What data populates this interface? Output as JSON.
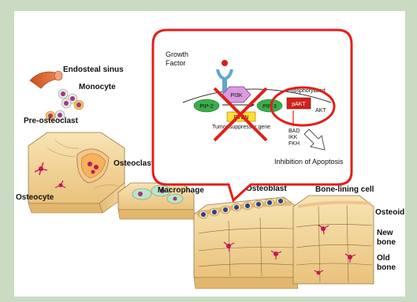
{
  "labels": {
    "endosteal_sinus": "Endosteal sinus",
    "monocyte": "Monocyte",
    "pre_osteoclast": "Pre-osteoclast",
    "osteoclast": "Osteoclast",
    "osteocyte": "Osteocyte",
    "macrophage": "Macrophage",
    "osteoblast": "Osteoblast",
    "bone_lining_cell": "Bone-lining cell",
    "osteoid": "Osteoid",
    "new_bone_1": "New",
    "new_bone_2": "bone",
    "old_bone_1": "Old",
    "old_bone_2": "bone"
  },
  "callout": {
    "growth_factor_1": "Growth",
    "growth_factor_2": "Factor",
    "pi3k": "PI3K",
    "pip2": "PIP-2",
    "pip3": "PIP-3",
    "pten": "PTEN",
    "tumor_suppressor": "Tumor suppressor gene",
    "phosphorylated": "Phosphorylated",
    "pakt": "pAKT",
    "akt": "AKT",
    "bad": "BAD",
    "ikk": "IKK",
    "fkh": "FKH",
    "inhibition": "Inhibition of Apoptosis"
  },
  "colors": {
    "background": "#c9dcc3",
    "panel": "#ffffff",
    "callout_border": "#e0201b",
    "bone": "#f2d59a",
    "cell": "#c2185b"
  }
}
